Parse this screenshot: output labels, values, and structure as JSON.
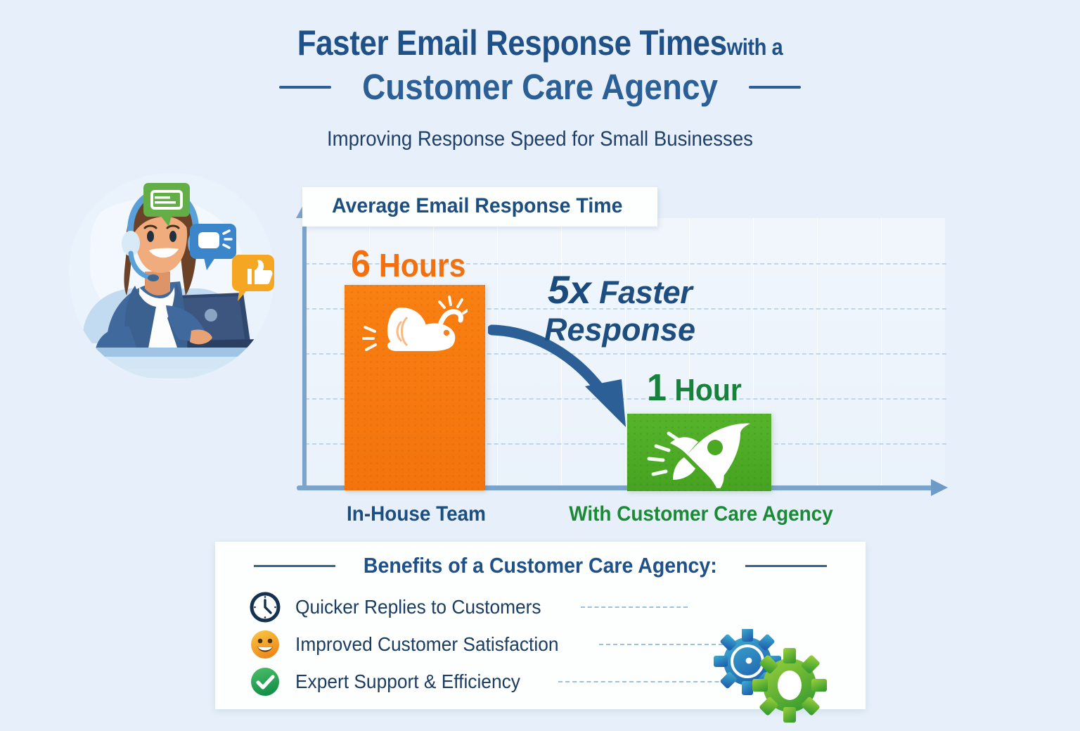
{
  "header": {
    "title_main": "Faster Email Response Times",
    "title_small": "with a",
    "title_line2": "Customer Care Agency",
    "subtitle": "Improving Response Speed for Small Businesses"
  },
  "illustration": {
    "alt_name": "customer-support-agent-illustration",
    "bubbles": [
      "chat-bubble-green",
      "message-bubble-blue",
      "thumbs-up-bubble-orange"
    ]
  },
  "chart": {
    "card_title": "Average Email Response Time",
    "orange_value_number": "6",
    "orange_value_unit": "Hours",
    "green_value_number": "1",
    "green_value_unit": "Hour",
    "callout_big": "5x",
    "callout_word": "Faster",
    "callout_line2": "Response",
    "category_inhouse": "In-House Team",
    "category_agency": "With Customer Care Agency",
    "bar_icon_inhouse": "snail-icon",
    "bar_icon_agency": "rocket-icon"
  },
  "chart_data": {
    "type": "bar",
    "title": "Average Email Response Time",
    "categories": [
      "In-House Team",
      "With Customer Care Agency"
    ],
    "values": [
      6,
      1
    ],
    "value_labels": [
      "6 Hours",
      "1 Hour"
    ],
    "unit": "hours",
    "xlabel": "",
    "ylabel": "",
    "ylim": [
      0,
      8
    ],
    "grid": true,
    "legend": "none",
    "series_colors": [
      "#f3730d",
      "#4aa823"
    ],
    "annotation": "5x Faster Response"
  },
  "benefits": {
    "heading": "Benefits of a Customer Care Agency:",
    "items": [
      {
        "icon": "clock-icon",
        "label": "Quicker Replies to Customers"
      },
      {
        "icon": "smiley-face-icon",
        "label": "Improved Customer Satisfaction"
      },
      {
        "icon": "check-circle-icon",
        "label": "Expert Support & Efficiency"
      }
    ],
    "decor_icon": "gears-icon"
  },
  "colors": {
    "background": "#e7f0fa",
    "navy": "#1f5087",
    "orange": "#f3730d",
    "green": "#4aa823",
    "dark_green": "#17823c",
    "axis_blue": "#7ba4cd"
  }
}
